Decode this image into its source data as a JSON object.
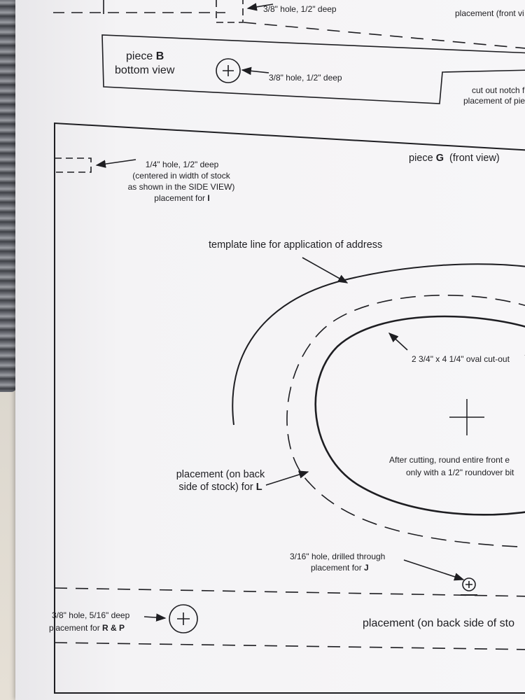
{
  "top_strip": {
    "hole_note": "3/8\" hole, 1/2\" deep",
    "placement_note": "placement (front vi"
  },
  "piece_b": {
    "title": "piece",
    "letter": "B",
    "view": "bottom view",
    "hole_note": "3/8\" hole, 1/2\" deep",
    "notch_note_line1": "cut out notch f",
    "notch_note_line2": "placement of pie"
  },
  "piece_g": {
    "title_prefix": "piece",
    "title_letter": "G",
    "title_suffix": "(front view)",
    "small_hole_line1": "1/4\" hole, 1/2\" deep",
    "small_hole_line2": "(centered in width of stock",
    "small_hole_line3": "as shown in the SIDE VIEW)",
    "small_hole_line4_prefix": "placement for",
    "small_hole_line4_letter": "I",
    "template_line_note": "template line for application of address",
    "oval_note": "2 3/4\" x 4 1/4\"  oval cut-out",
    "round_note_line1": "After cutting, round entire front e",
    "round_note_line2": "only with a 1/2\" roundover bit",
    "placement_l_line1": "placement (on back",
    "placement_l_line2_prefix": "side of stock) for",
    "placement_l_letter": "L",
    "drill_note_line1": "3/16\" hole, drilled through",
    "drill_note_line2_prefix": "placement for",
    "drill_note_letter": "J",
    "rp_note_line1": "3/8\" hole, 5/16\" deep",
    "rp_note_line2_prefix": "placement for",
    "rp_note_letters": "R & P",
    "back_placement_note": "placement (on back side of sto"
  },
  "colors": {
    "ink": "#1e1e22",
    "paper": "#f6f5f7"
  },
  "icons": [
    "crosshair-hole-icon",
    "arrow-icon"
  ]
}
